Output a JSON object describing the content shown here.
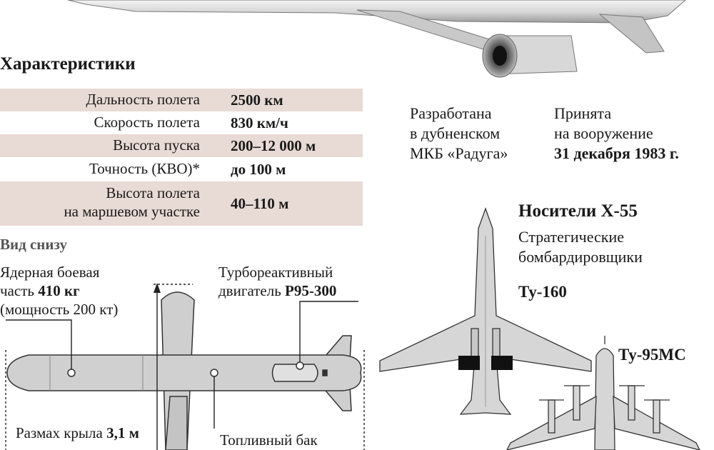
{
  "characteristics": {
    "title": "Характеристики",
    "rows": [
      {
        "label": "Дальность полета",
        "value": "2500 км"
      },
      {
        "label": "Скорость полета",
        "value": "830 км/ч"
      },
      {
        "label": "Высота пуска",
        "value": "200–12 000 м"
      },
      {
        "label": "Точность (КВО)*",
        "value": "до 100 м"
      },
      {
        "label_line1": "Высота полета",
        "label_line2": "на маршевом участке",
        "value": "40–110 м"
      }
    ]
  },
  "developed": {
    "line1": "Разработана",
    "line2": "в дубненском",
    "line3": "МКБ «Радуга»"
  },
  "adopted": {
    "line1": "Принята",
    "line2": "на вооружение",
    "date": "31 декабря 1983 г."
  },
  "bottom_view": {
    "title": "Вид снизу",
    "warhead": {
      "line1": "Ядерная боевая",
      "line2_prefix": "часть ",
      "line2_value": "410 кг",
      "line3": "(мощность 200 кт)"
    },
    "engine": {
      "line1": "Турбореактивный",
      "line2_prefix": "двигатель ",
      "line2_value": "Р95-300"
    },
    "wingspan": {
      "prefix": "Размах крыла ",
      "value": "3,1 м"
    },
    "fuel_tank": "Топливный бак"
  },
  "carriers": {
    "title": "Носители Х-55",
    "subtitle_line1": "Стратегические",
    "subtitle_line2": "бомбардировщики",
    "aircraft1": "Ту-160",
    "aircraft2": "Ту-95МС"
  },
  "colors": {
    "row_shade": "#e8dad4",
    "aircraft_fill": "#d6d6d6",
    "missile_fill": "#cfcfcf",
    "text": "#1a1a1a"
  }
}
